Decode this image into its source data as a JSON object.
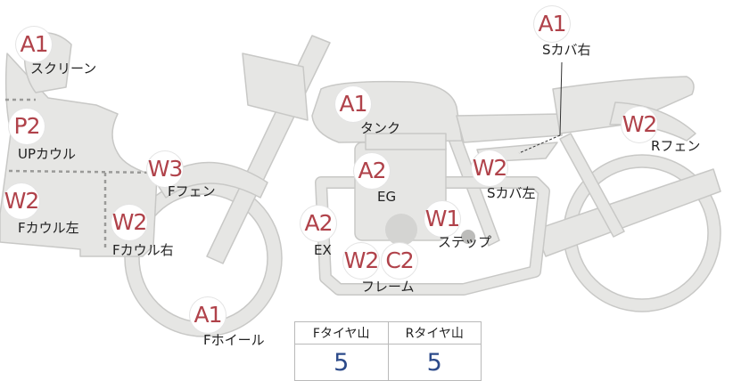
{
  "parts": [
    {
      "id": "screen",
      "grade": "A1",
      "label": "スクリーン"
    },
    {
      "id": "up-cowl",
      "grade": "P2",
      "label": "UPカウル"
    },
    {
      "id": "f-cowl-left",
      "grade": "W2",
      "label": "Fカウル左"
    },
    {
      "id": "f-cowl-right",
      "grade": "W2",
      "label": "Fカウル右"
    },
    {
      "id": "f-fender",
      "grade": "W3",
      "label": "Fフェン"
    },
    {
      "id": "f-wheel",
      "grade": "A1",
      "label": "Fホイール"
    },
    {
      "id": "tank",
      "grade": "A1",
      "label": "タンク"
    },
    {
      "id": "engine",
      "grade": "A2",
      "label": "EG"
    },
    {
      "id": "exhaust",
      "grade": "A2",
      "label": "EX"
    },
    {
      "id": "frame",
      "grade": "W2",
      "grade2": "C2",
      "label": "フレーム"
    },
    {
      "id": "step",
      "grade": "W1",
      "label": "ステップ"
    },
    {
      "id": "s-cover-left",
      "grade": "W2",
      "label": "Sカバ左"
    },
    {
      "id": "s-cover-right",
      "grade": "A1",
      "label": "Sカバ右"
    },
    {
      "id": "r-fender",
      "grade": "W2",
      "label": "Rフェン"
    }
  ],
  "tire_table": {
    "front_header": "Fタイヤ山",
    "rear_header": "Rタイヤ山",
    "front_value": "5",
    "rear_value": "5"
  },
  "colors": {
    "badge_text": "#b0424a",
    "body_fill": "#e6e6e4",
    "body_stroke": "#c8c8c6",
    "value_text": "#2c4a8a"
  }
}
